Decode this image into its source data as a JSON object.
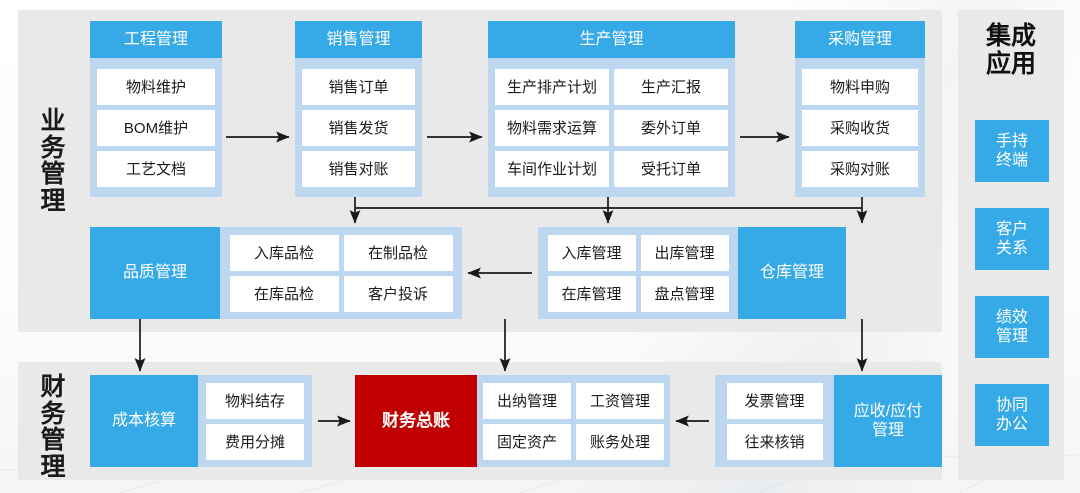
{
  "diagram": {
    "sections": {
      "business": {
        "title": "业务管理"
      },
      "finance": {
        "title": "财务管理"
      },
      "integration": {
        "title": "集成\n应用"
      }
    },
    "groups": {
      "engineering": {
        "head": "工程管理",
        "cells": [
          "物料维护",
          "BOM维护",
          "工艺文档"
        ]
      },
      "sales": {
        "head": "销售管理",
        "cells": [
          "销售订单",
          "销售发货",
          "销售对账"
        ]
      },
      "production": {
        "head": "生产管理",
        "cells": [
          "生产排产计划",
          "生产汇报",
          "物料需求运算",
          "委外订单",
          "车间作业计划",
          "受托订单"
        ]
      },
      "purchasing": {
        "head": "采购管理",
        "cells": [
          "物料申购",
          "采购收货",
          "采购对账"
        ]
      },
      "quality": {
        "head": "品质管理",
        "cells": [
          "入库品检",
          "在制品检",
          "在库品检",
          "客户投诉"
        ]
      },
      "warehouse": {
        "head": "仓库管理",
        "cells": [
          "入库管理",
          "出库管理",
          "在库管理",
          "盘点管理"
        ]
      },
      "cost": {
        "head": "成本核算",
        "cells": [
          "物料结存",
          "费用分摊"
        ]
      },
      "ledger": {
        "head": "财务总账",
        "cells": []
      },
      "finmodules": {
        "head": "",
        "cells": [
          "出纳管理",
          "工资管理",
          "固定资产",
          "账务处理"
        ]
      },
      "receivable": {
        "head": "应收/应付\n管理",
        "cells": [
          "发票管理",
          "往来核销"
        ]
      }
    },
    "integration_items": [
      {
        "label": "手持\n终端"
      },
      {
        "label": "客户\n关系"
      },
      {
        "label": "绩效\n管理"
      },
      {
        "label": "协同\n办公"
      }
    ],
    "colors": {
      "accent_blue": "#36a9e7",
      "light_blue": "#bdd7f0",
      "panel_gray": "#e9e9e9",
      "ledger_red": "#c00000",
      "cell_white": "#ffffff",
      "text_dark": "#1b1b1b"
    }
  }
}
